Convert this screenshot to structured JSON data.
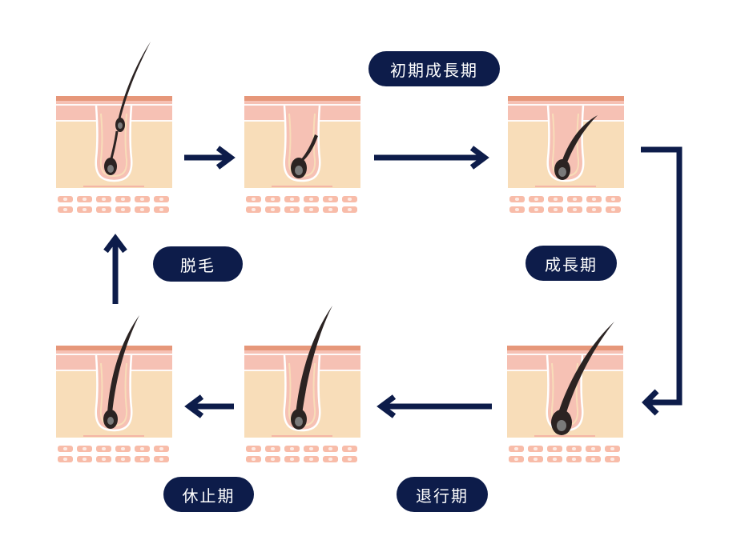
{
  "stages": {
    "initial_growth": "初期成長期",
    "growth": "成長期",
    "regression": "退行期",
    "resting": "休止期",
    "shedding": "脱毛"
  },
  "colors": {
    "navy": "#0d1c4a",
    "skin_top": "#e6977a",
    "skin_pink": "#f6c1b4",
    "skin_beige": "#f8ddb9",
    "cell": "#f8bca9",
    "hair": "#2b2322",
    "bulb": "#7a7a7a"
  }
}
